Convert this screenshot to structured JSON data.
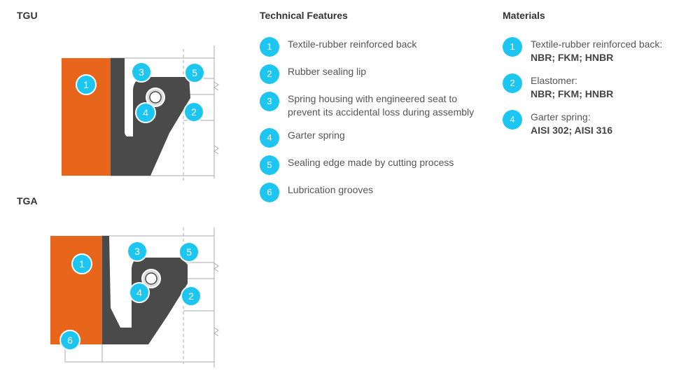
{
  "tgu": {
    "label": "TGU",
    "badges": [
      "1",
      "3",
      "5",
      "4",
      "2"
    ]
  },
  "tga": {
    "label": "TGA",
    "badges": [
      "1",
      "3",
      "5",
      "4",
      "2",
      "6"
    ]
  },
  "features": {
    "title": "Technical Features",
    "items": [
      {
        "num": "1",
        "text": "Textile-rubber reinforced back"
      },
      {
        "num": "2",
        "text": "Rubber sealing lip"
      },
      {
        "num": "3",
        "text": "Spring housing with engineered seat to prevent its accidental loss during assembly"
      },
      {
        "num": "4",
        "text": "Garter spring"
      },
      {
        "num": "5",
        "text": "Sealing edge made by cutting process"
      },
      {
        "num": "6",
        "text": "Lubrication grooves"
      }
    ]
  },
  "materials": {
    "title": "Materials",
    "items": [
      {
        "num": "1",
        "label": "Textile-rubber reinforced back:",
        "value": "NBR; FKM; HNBR"
      },
      {
        "num": "2",
        "label": "Elastomer:",
        "value": "NBR; FKM; HNBR"
      },
      {
        "num": "4",
        "label": "Garter spring:",
        "value": "AISI 302; AISI 316"
      }
    ]
  },
  "colors": {
    "orange": "#e8661c",
    "rubber": "#4a4a4a",
    "badge": "#1cc6f0",
    "line": "#aaaaaa"
  }
}
